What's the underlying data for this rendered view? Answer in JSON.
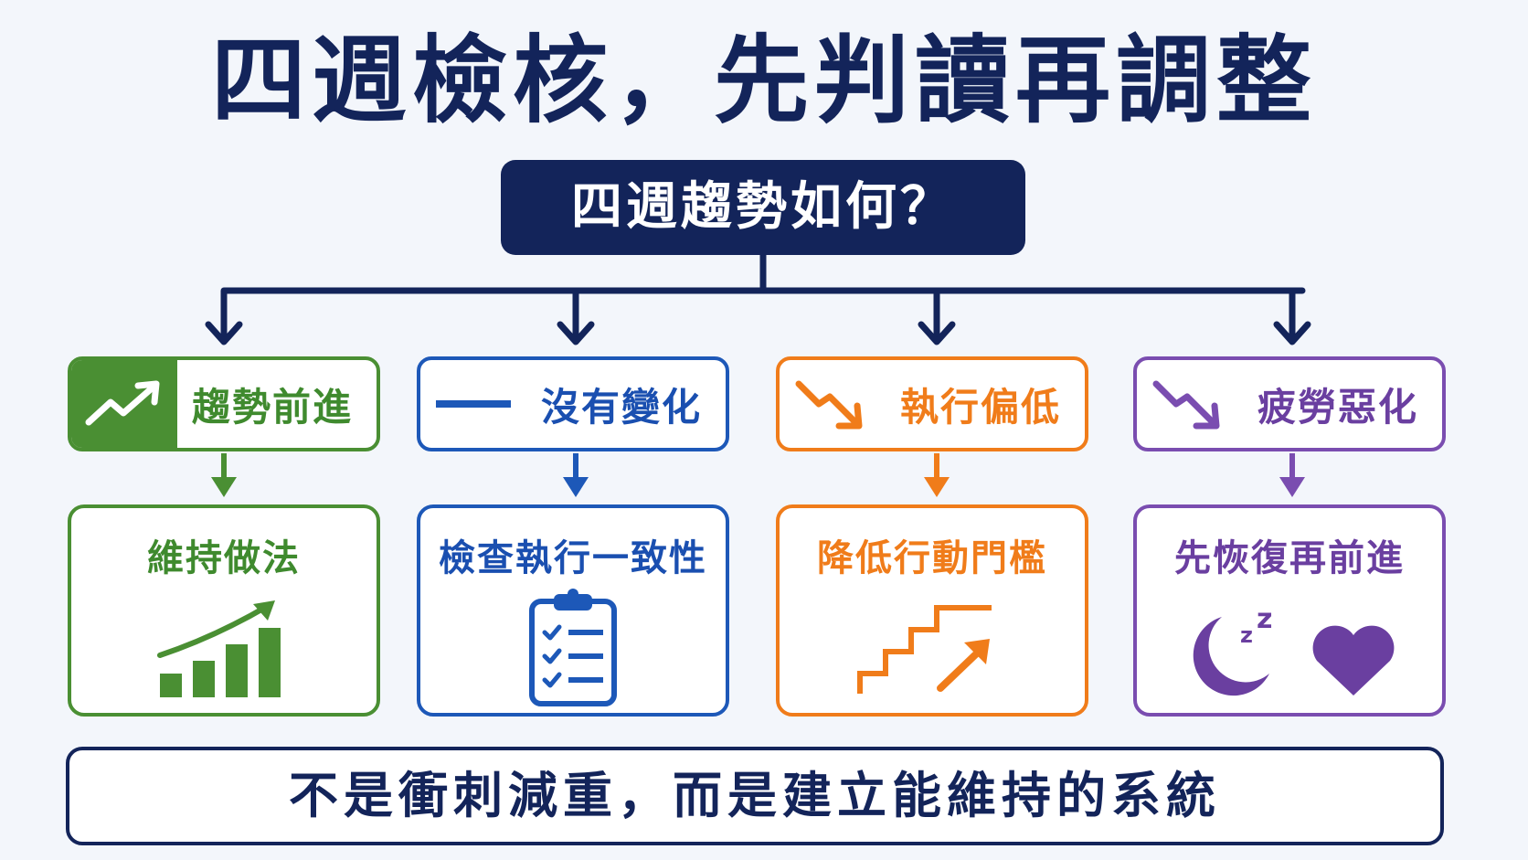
{
  "title": "四週檢核，先判讀再調整",
  "question": "四週趨勢如何？",
  "branches": [
    {
      "label": "趨勢前進",
      "icon": "trend-up-icon",
      "color": "#4a8f33",
      "action": "維持做法",
      "action_icon": "bar-chart-up-icon"
    },
    {
      "label": "沒有變化",
      "icon": "flat-line-icon",
      "color": "#1d58b8",
      "action": "檢查執行一致性",
      "action_icon": "clipboard-checklist-icon"
    },
    {
      "label": "執行偏低",
      "icon": "trend-down-icon",
      "color": "#f07c1a",
      "action": "降低行動門檻",
      "action_icon": "stairs-arrow-icon"
    },
    {
      "label": "疲勞惡化",
      "icon": "trend-down-icon",
      "color": "#7a4db0",
      "action": "先恢復再前進",
      "action_icon": "moon-sleep-heart-icon"
    }
  ],
  "footer": "不是衝刺減重，而是建立能維持的系統",
  "colors": {
    "navy": "#13245a",
    "background": "#f3f6fb"
  }
}
